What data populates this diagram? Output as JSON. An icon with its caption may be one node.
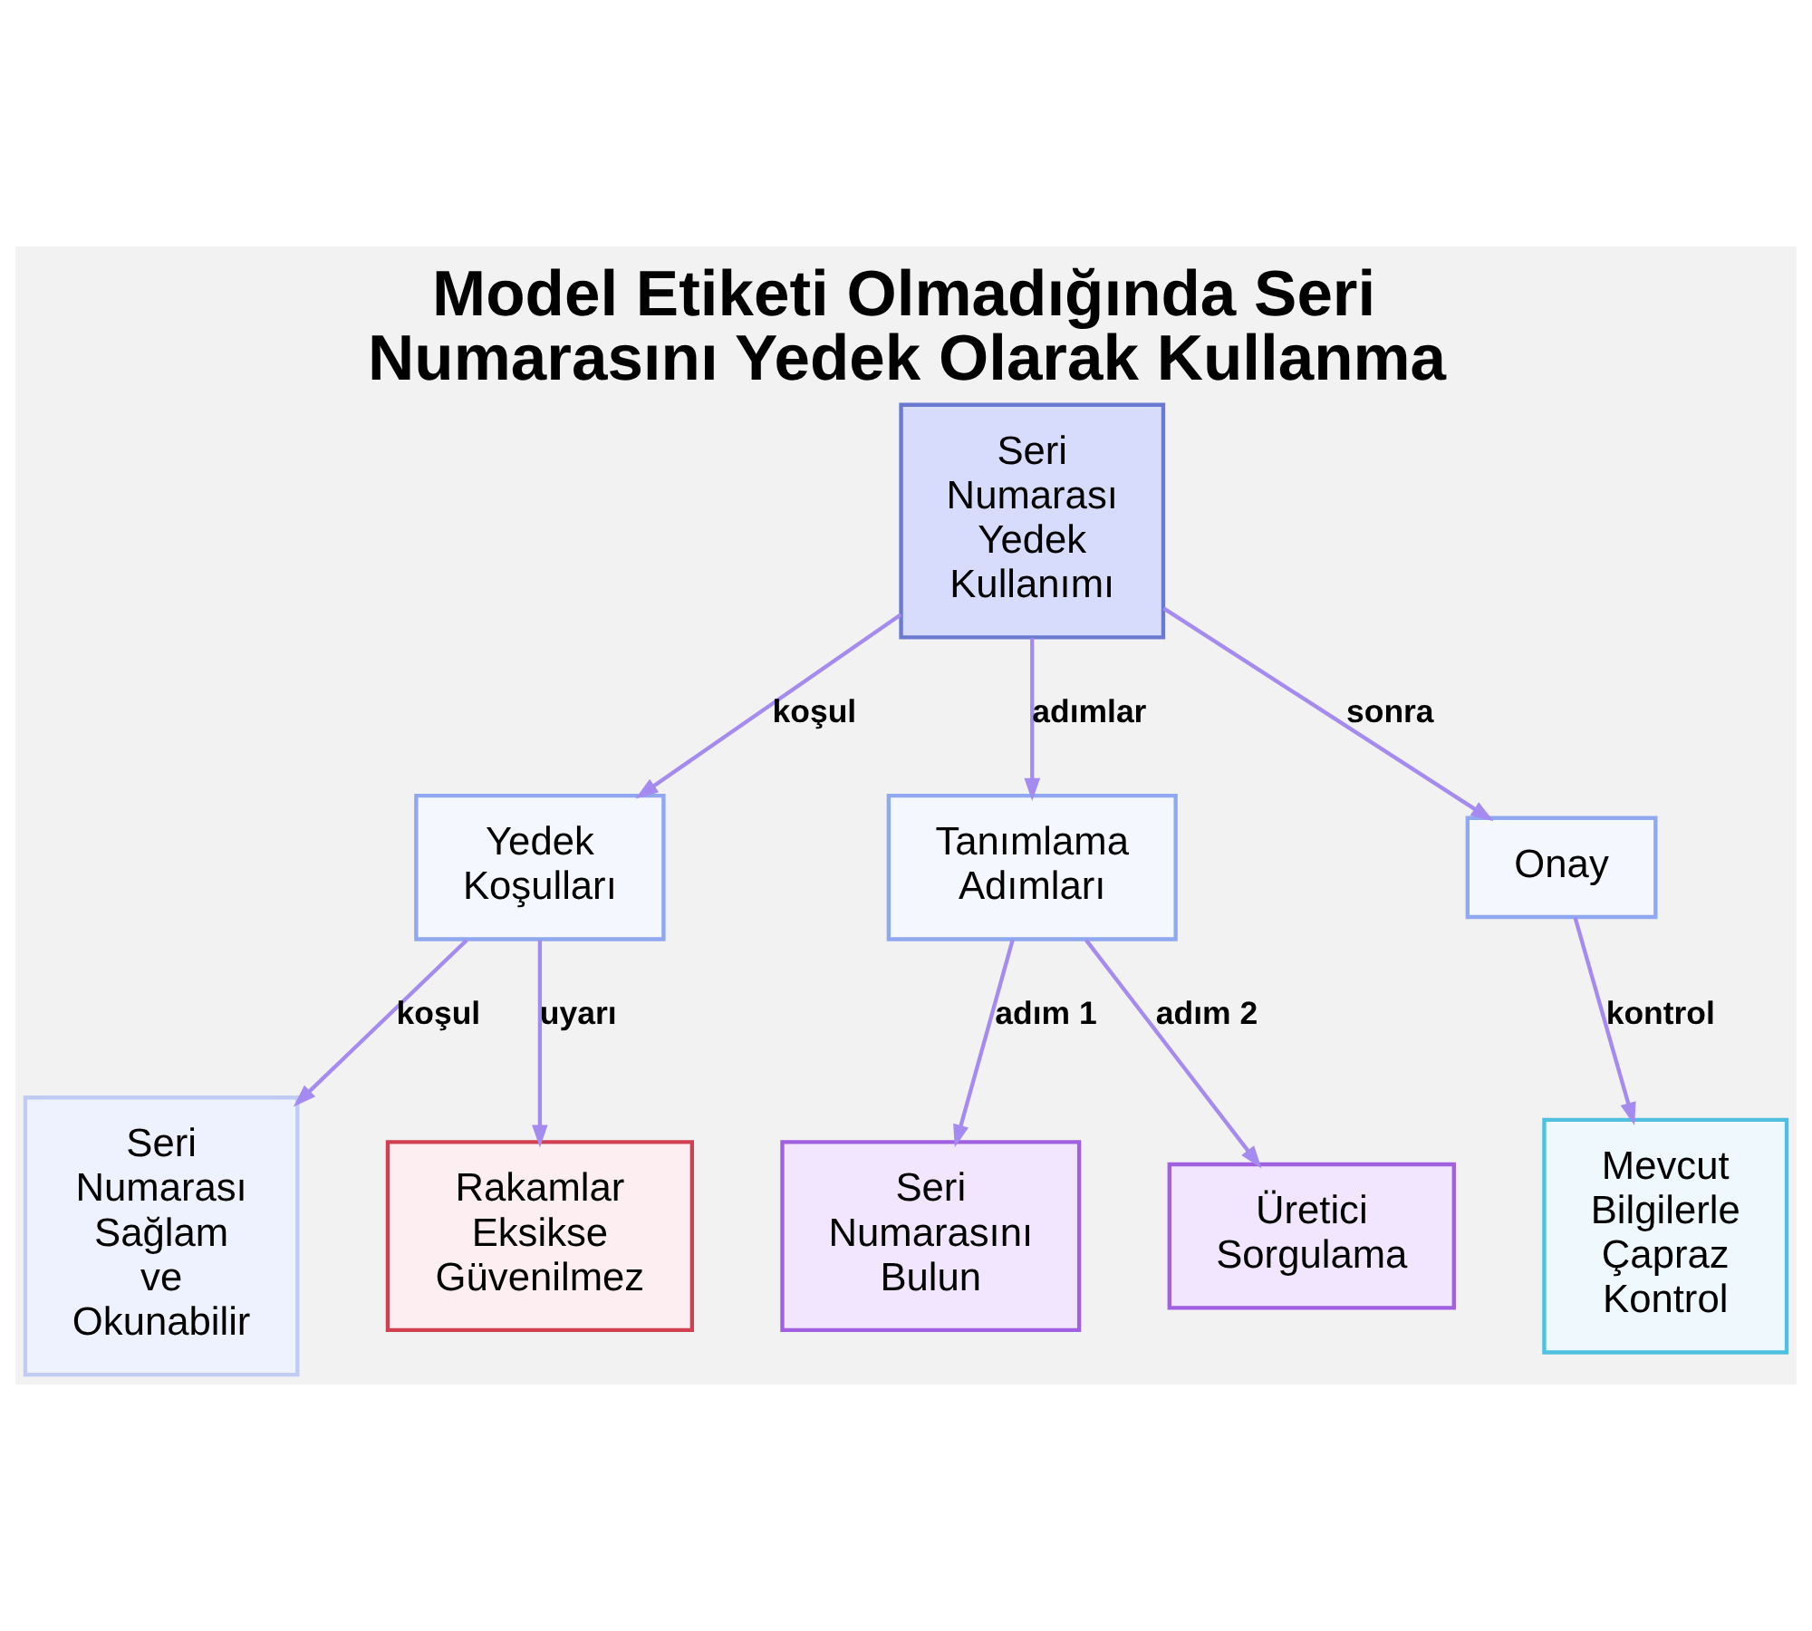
{
  "diagram": {
    "title": "Model Etiketi Olmadığında Seri Numarasını Yedek Olarak Kullanma",
    "nodes": [
      {
        "text": [
          "Seri Numarası Yedek Kullanımı"
        ]
      },
      {
        "text": [
          "Yedek Koşulları"
        ]
      },
      {
        "text": [
          "Tanımlama Adımları"
        ]
      },
      {
        "text": [
          "Onay"
        ]
      },
      {
        "text": [
          "Seri Numarası Sağlam ve Okunabilir"
        ]
      },
      {
        "text": [
          "Rakamlar Eksikse Güvenilmez"
        ]
      },
      {
        "text": [
          "Seri Numarasını Bulun"
        ]
      },
      {
        "text": [
          "Üretici Sorgulama"
        ]
      },
      {
        "text": [
          "Mevcut Bilgilerle Çapraz Kontrol"
        ]
      }
    ],
    "edges": [
      {
        "from": 0,
        "to": 1,
        "arrow": "to",
        "label": "koşul"
      },
      {
        "from": 0,
        "to": 2,
        "arrow": "to",
        "label": "adımlar"
      },
      {
        "from": 0,
        "to": 3,
        "arrow": "to",
        "label": "sonra"
      },
      {
        "from": 1,
        "to": 4,
        "arrow": "to",
        "label": "koşul"
      },
      {
        "from": 1,
        "to": 5,
        "arrow": "to",
        "label": "uyarı"
      },
      {
        "from": 2,
        "to": 6,
        "arrow": "to",
        "label": "adım 1"
      },
      {
        "from": 2,
        "to": 7,
        "arrow": "to",
        "label": "adım 2"
      },
      {
        "from": 3,
        "to": 8,
        "arrow": "to",
        "label": "kontrol"
      }
    ]
  }
}
